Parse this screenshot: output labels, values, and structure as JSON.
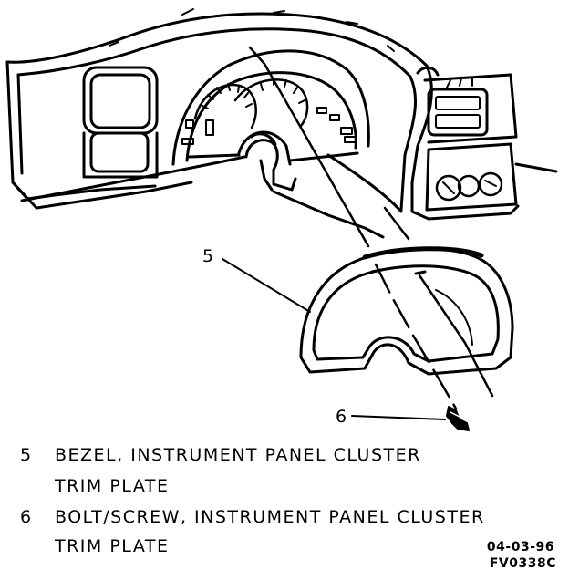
{
  "callouts": {
    "bezel_number": "5",
    "bolt_number": "6"
  },
  "legend": [
    {
      "number": "5",
      "line1": "BEZEL, INSTRUMENT PANEL CLUSTER",
      "line2": "TRIM PLATE"
    },
    {
      "number": "6",
      "line1": "BOLT/SCREW, INSTRUMENT PANEL CLUSTER",
      "line2": "TRIM PLATE"
    }
  ],
  "figure_code": {
    "date": "04-03-96",
    "id": "FV0338C"
  }
}
